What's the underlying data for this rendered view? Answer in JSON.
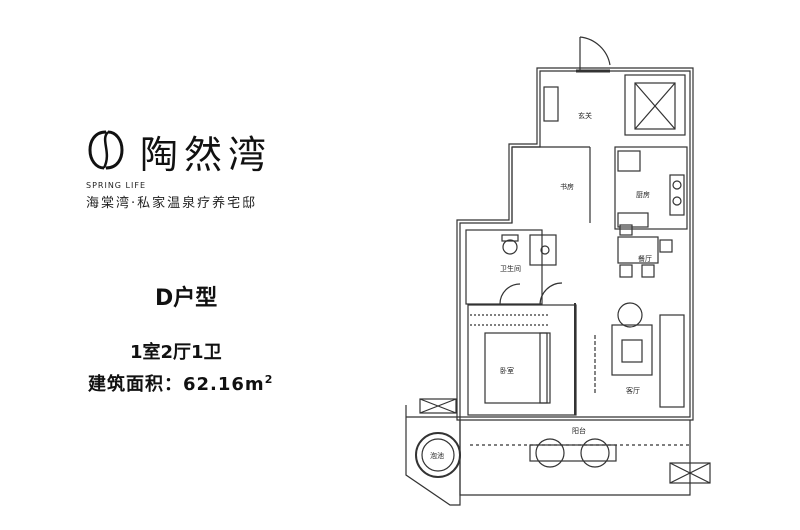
{
  "brand": {
    "logo_icon": "spiral-s-logo-icon",
    "name": "陶然湾",
    "english": "SPRING LIFE",
    "tagline": "海棠湾·私家温泉疗养宅邸"
  },
  "unit": {
    "type": "D户型",
    "rooms": "1室2厅1卫",
    "area_label": "建筑面积：62.16m",
    "area_sup": "2"
  },
  "rooms": {
    "entrance": "玄关",
    "study": "书房",
    "kitchen": "厨房",
    "bathroom": "卫生间",
    "dining": "餐厅",
    "bedroom": "卧室",
    "living": "客厅",
    "balcony": "阳台",
    "pool": "泡池"
  }
}
